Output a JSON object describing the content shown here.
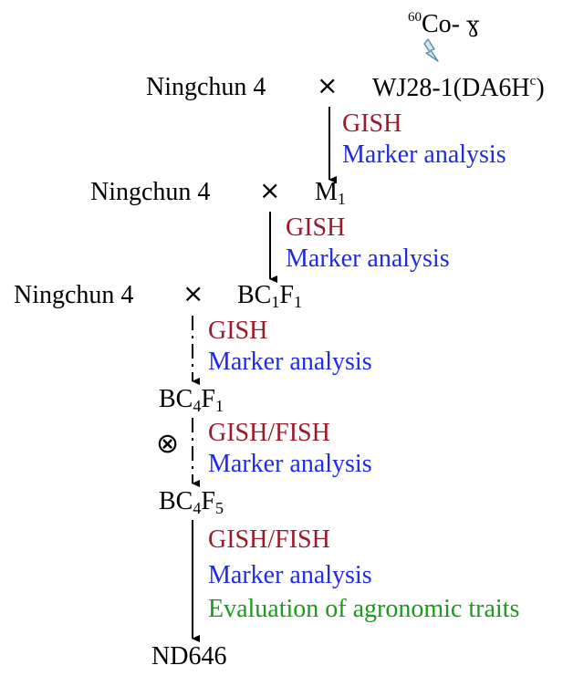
{
  "mutagen": {
    "isotope_mass": "60",
    "element": "Co-",
    "ray": "ɣ",
    "colors": {
      "bolt_fill": "#cfe8f2",
      "bolt_stroke": "#5a8ea8"
    }
  },
  "cross_symbol": "×",
  "self_symbol": "⊗",
  "generations": [
    {
      "parent": "Ningchun 4",
      "partner": "WJ28-1(DA6H",
      "partner_sup": "c",
      "partner_suffix": ")"
    },
    {
      "parent": "Ningchun 4",
      "partner": "M",
      "partner_sub": "1"
    },
    {
      "parent": "Ningchun 4",
      "partner": "BC",
      "partner_sub1": "1",
      "partner_mid": "F",
      "partner_sub2": "1"
    },
    {
      "label": "BC",
      "sub1": "4",
      "mid": "F",
      "sub2": "1"
    },
    {
      "label": "BC",
      "sub1": "4",
      "mid": "F",
      "sub2": "5"
    },
    {
      "label": "ND646"
    }
  ],
  "steps": [
    {
      "methods": [
        "GISH",
        "Marker analysis"
      ],
      "arrow": "solid"
    },
    {
      "methods": [
        "GISH",
        "Marker analysis"
      ],
      "arrow": "solid"
    },
    {
      "methods": [
        "GISH",
        "Marker analysis"
      ],
      "arrow": "dashed"
    },
    {
      "methods": [
        "GISH/FISH",
        "Marker analysis"
      ],
      "arrow": "dashed",
      "selfing": true
    },
    {
      "methods": [
        "GISH/FISH",
        "Marker analysis",
        "Evaluation of agronomic traits"
      ],
      "arrow": "solid"
    }
  ],
  "colors": {
    "gish": "#9b1b2a",
    "marker": "#1f2be0",
    "agronomic": "#1a9a1a",
    "text": "#000000"
  }
}
